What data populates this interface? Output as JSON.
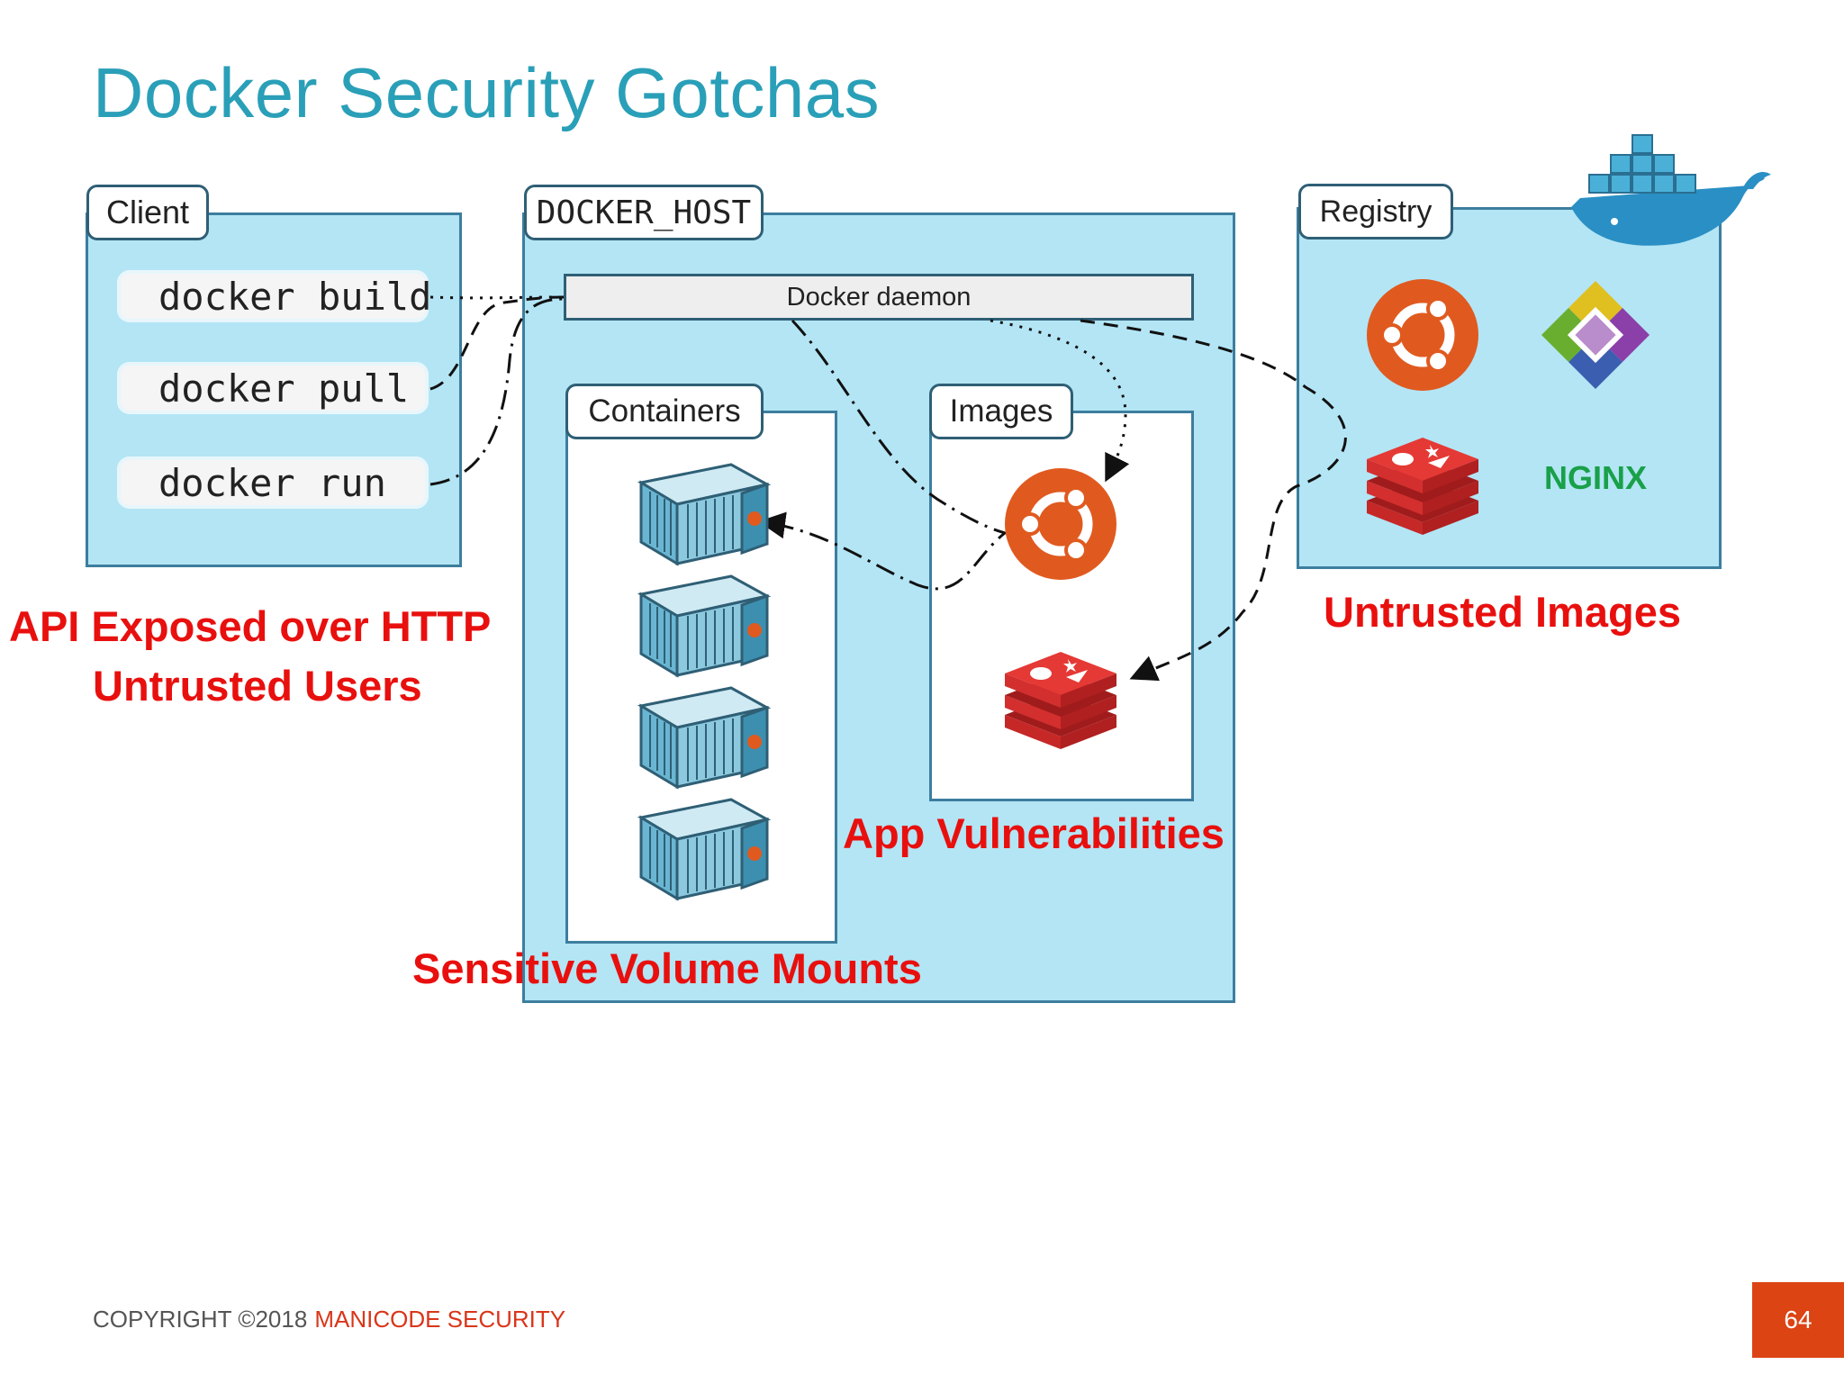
{
  "slide": {
    "title": "Docker Security Gotchas",
    "page_number": "64"
  },
  "footer": {
    "copyright": "COPYRIGHT ©2018",
    "brand": "MANICODE SECURITY"
  },
  "client": {
    "label": "Client",
    "commands": [
      "docker build",
      "docker pull",
      "docker run"
    ]
  },
  "host": {
    "label": "DOCKER_HOST",
    "daemon": "Docker daemon",
    "containers_label": "Containers",
    "images_label": "Images"
  },
  "registry": {
    "label": "Registry",
    "nginx": "NGINX"
  },
  "annotations": {
    "api": "API Exposed over HTTP",
    "users": "Untrusted Users",
    "untrusted_images": "Untrusted Images",
    "app_vuln": "App Vulnerabilities",
    "volumes": "Sensitive Volume Mounts"
  },
  "colors": {
    "title": "#2a9fb8",
    "panel": "#b3e5f5",
    "border": "#3d7e9e",
    "warning": "#e8100e",
    "ubuntu": "#e05a1f",
    "redis": "#d22a2a",
    "nginx": "#19a049",
    "accent": "#dc4414"
  }
}
